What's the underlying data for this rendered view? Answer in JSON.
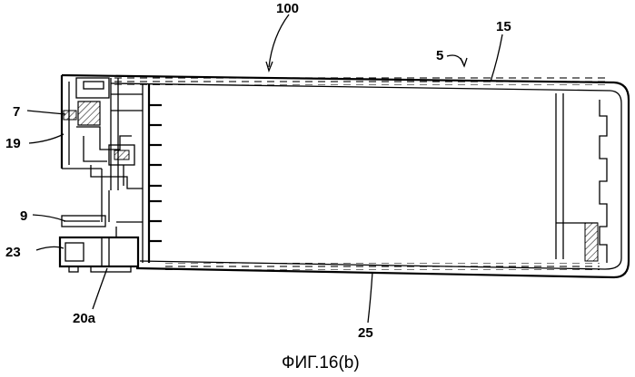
{
  "figure": {
    "caption": "ФИГ.16(b)",
    "labels": {
      "l100": "100",
      "l15": "15",
      "l5": "5",
      "l7": "7",
      "l19": "19",
      "l9": "9",
      "l23": "23",
      "l20a": "20a",
      "l25": "25"
    }
  }
}
